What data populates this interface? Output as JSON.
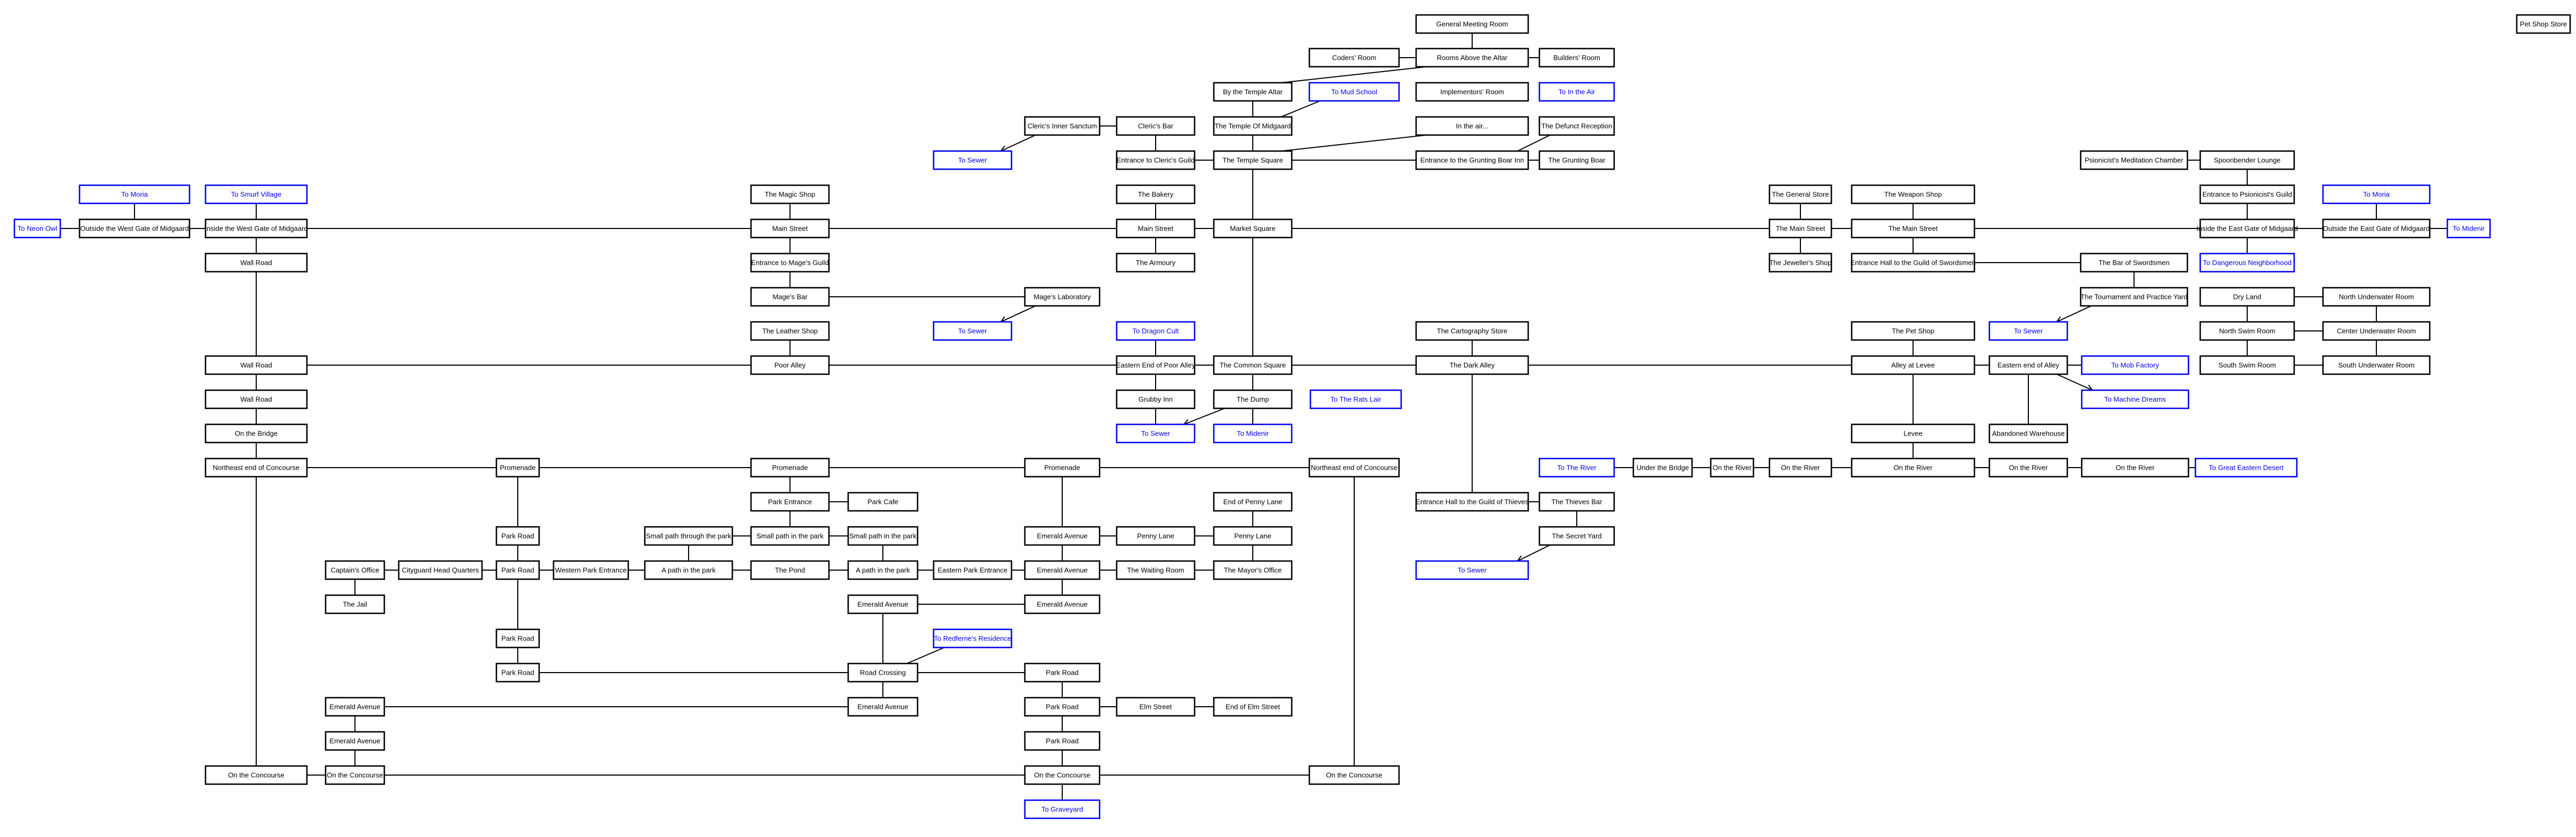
{
  "rooms": {
    "gmr": "General Meeting Room",
    "coders": "Coders' Room",
    "above": "Rooms Above the Altar",
    "builders": "Builders' Room",
    "pet_shop_store": "Pet Shop Store",
    "bytemple": "By the Temple Altar",
    "tomud": "To Mud School",
    "impl": "Implementors' Room",
    "toair": "To In the Air",
    "clerics_sanc": "Cleric's Inner Sanctum",
    "clerics_bar": "Cleric's Bar",
    "temple": "The Temple Of Midgaard",
    "inair": "In the air...",
    "defunct": "The Defunct Reception",
    "tosewer1": "To Sewer",
    "ent_clerics": "Entrance to Cleric's Guild",
    "temple_sq": "The Temple Square",
    "ent_grunt": "Entrance to the Grunting Boar Inn",
    "grunt": "The Grunting Boar",
    "tomoria1": "To Moria",
    "tosmurf": "To Smurf Village",
    "magicshop": "The Magic Shop",
    "bakery": "The Bakery",
    "genstore": "The General Store",
    "weapon": "The Weapon Shop",
    "psi_med": "Psionicist's Meditation Chamber",
    "spoon": "Spoonbender Lounge",
    "tomoria2": "To Moria",
    "toneon": "To Neon Owl",
    "outwest": "Outside the West Gate of Midgaard",
    "inwest": "Inside the West Gate of Midgaard",
    "mainst1": "Main Street",
    "mainst2": "Main Street",
    "market": "Market Square",
    "themain1": "The Main Street",
    "themain2": "The Main Street",
    "inneast": "Inside the East Gate of Midgaard",
    "outeast": "Outside the East Gate of Midgaard",
    "tomidenir1": "To Midenir",
    "ent_psi": "Entrance to Psionicist's Guild",
    "wallrd1": "Wall Road",
    "ent_mage": "Entrance to Mage's Guild",
    "armoury": "The Armoury",
    "jeweller": "The Jeweller's Shop",
    "ent_sword": "Entrance Hall to the Guild of Swordsmen",
    "bar_sword": "The Bar of Swordsmen",
    "todanger": "To Dangerous Neighborhood",
    "mages_bar": "Mage's Bar",
    "mages_lab": "Mage's Laboratory",
    "tourney": "The Tournament and Practice Yard",
    "dryland": "Dry Land",
    "nuw": "North Underwater Room",
    "leather": "The Leather Shop",
    "tosewer2": "To Sewer",
    "todragon": "To Dragon Cult",
    "carto": "The Cartography Store",
    "petshop": "The Pet Shop",
    "tosewer3": "To Sewer",
    "nswim": "North Swim Room",
    "cuw": "Center Underwater Room",
    "wallrd2": "Wall Road",
    "poorally": "Poor Alley",
    "eastpoor": "Eastern End of Poor Alley",
    "common": "The Common Square",
    "darkally": "The Dark Alley",
    "alleylevee": "Alley at Levee",
    "eastally": "Eastern end of Alley",
    "tomob": "To Mob Factory",
    "sswim": "South Swim Room",
    "suw": "South Underwater Room",
    "wallrd3": "Wall Road",
    "grubby": "Grubby Inn",
    "dump": "The Dump",
    "torats": "To The Rats Lair",
    "tomachine": "To Machine Dreams",
    "onbridge": "On the Bridge",
    "tosewer4": "To Sewer",
    "tomidenir2": "To Midenir",
    "levee": "Levee",
    "abandoned": "Abandoned Warehouse",
    "necon1": "Northeast end of Concourse",
    "prom1": "Promenade",
    "prom2": "Promenade",
    "prom3": "Promenade",
    "necon2": "Northeast end of Concourse",
    "toriver": "To The River",
    "underbridge": "Under the Bridge",
    "river1": "On the River",
    "river2": "On the River",
    "river3": "On the River",
    "river4": "On the River",
    "river5": "On the River",
    "togreat": "To Great Eastern Desert",
    "parkent": "Park Entrance",
    "parkcafe": "Park Cafe",
    "endpenny": "End of Penny Lane",
    "ent_thieves": "Entrance Hall to the Guild of Thieves",
    "thievesbar": "The Thieves Bar",
    "parkrd1": "Park Road",
    "smallthrough": "Small path through the park",
    "smallpath1": "Small path in the park",
    "smallpath2": "Small path in the park",
    "emerald1": "Emerald Avenue",
    "pennylane1": "Penny Lane",
    "pennylane2": "Penny Lane",
    "secretyard": "The Secret Yard",
    "captain": "Captain's Office",
    "cityguard": "Cityguard Head Quarters",
    "parkrd2": "Park Road",
    "westpark": "Western Park Entrance",
    "apath1": "A path in the park",
    "pond": "The Pond",
    "apath2": "A path in the park",
    "eastpark": "Eastern Park Entrance",
    "emerald2": "Emerald Avenue",
    "waiting": "The Waiting Room",
    "mayor": "The Mayor's Office",
    "tosewer5": "To Sewer",
    "jail": "The Jail",
    "emerald3": "Emerald Avenue",
    "emerald4": "Emerald Avenue",
    "parkrd3": "Park Road",
    "toredferne": "To Redferne's Residence",
    "parkrd4": "Park Road",
    "roadcross": "Road Crossing",
    "parkrd5": "Park Road",
    "emerald5": "Emerald Avenue",
    "emerald6": "Emerald Avenue",
    "parkrd6": "Park Road",
    "elmst": "Elm Street",
    "endelm": "End of Elm Street",
    "emerald7": "Emerald Avenue",
    "parkrd7": "Park Road",
    "concourse1": "On the Concourse",
    "concourse2": "On the Concourse",
    "concourse3": "On the Concourse",
    "concourse4": "On the Concourse",
    "tograve": "To Graveyard"
  },
  "colors": {
    "room_border": "#000000",
    "room_text": "#000000",
    "link_room_color": "#0000ee",
    "edge": "#000000",
    "background": "#ffffff"
  }
}
